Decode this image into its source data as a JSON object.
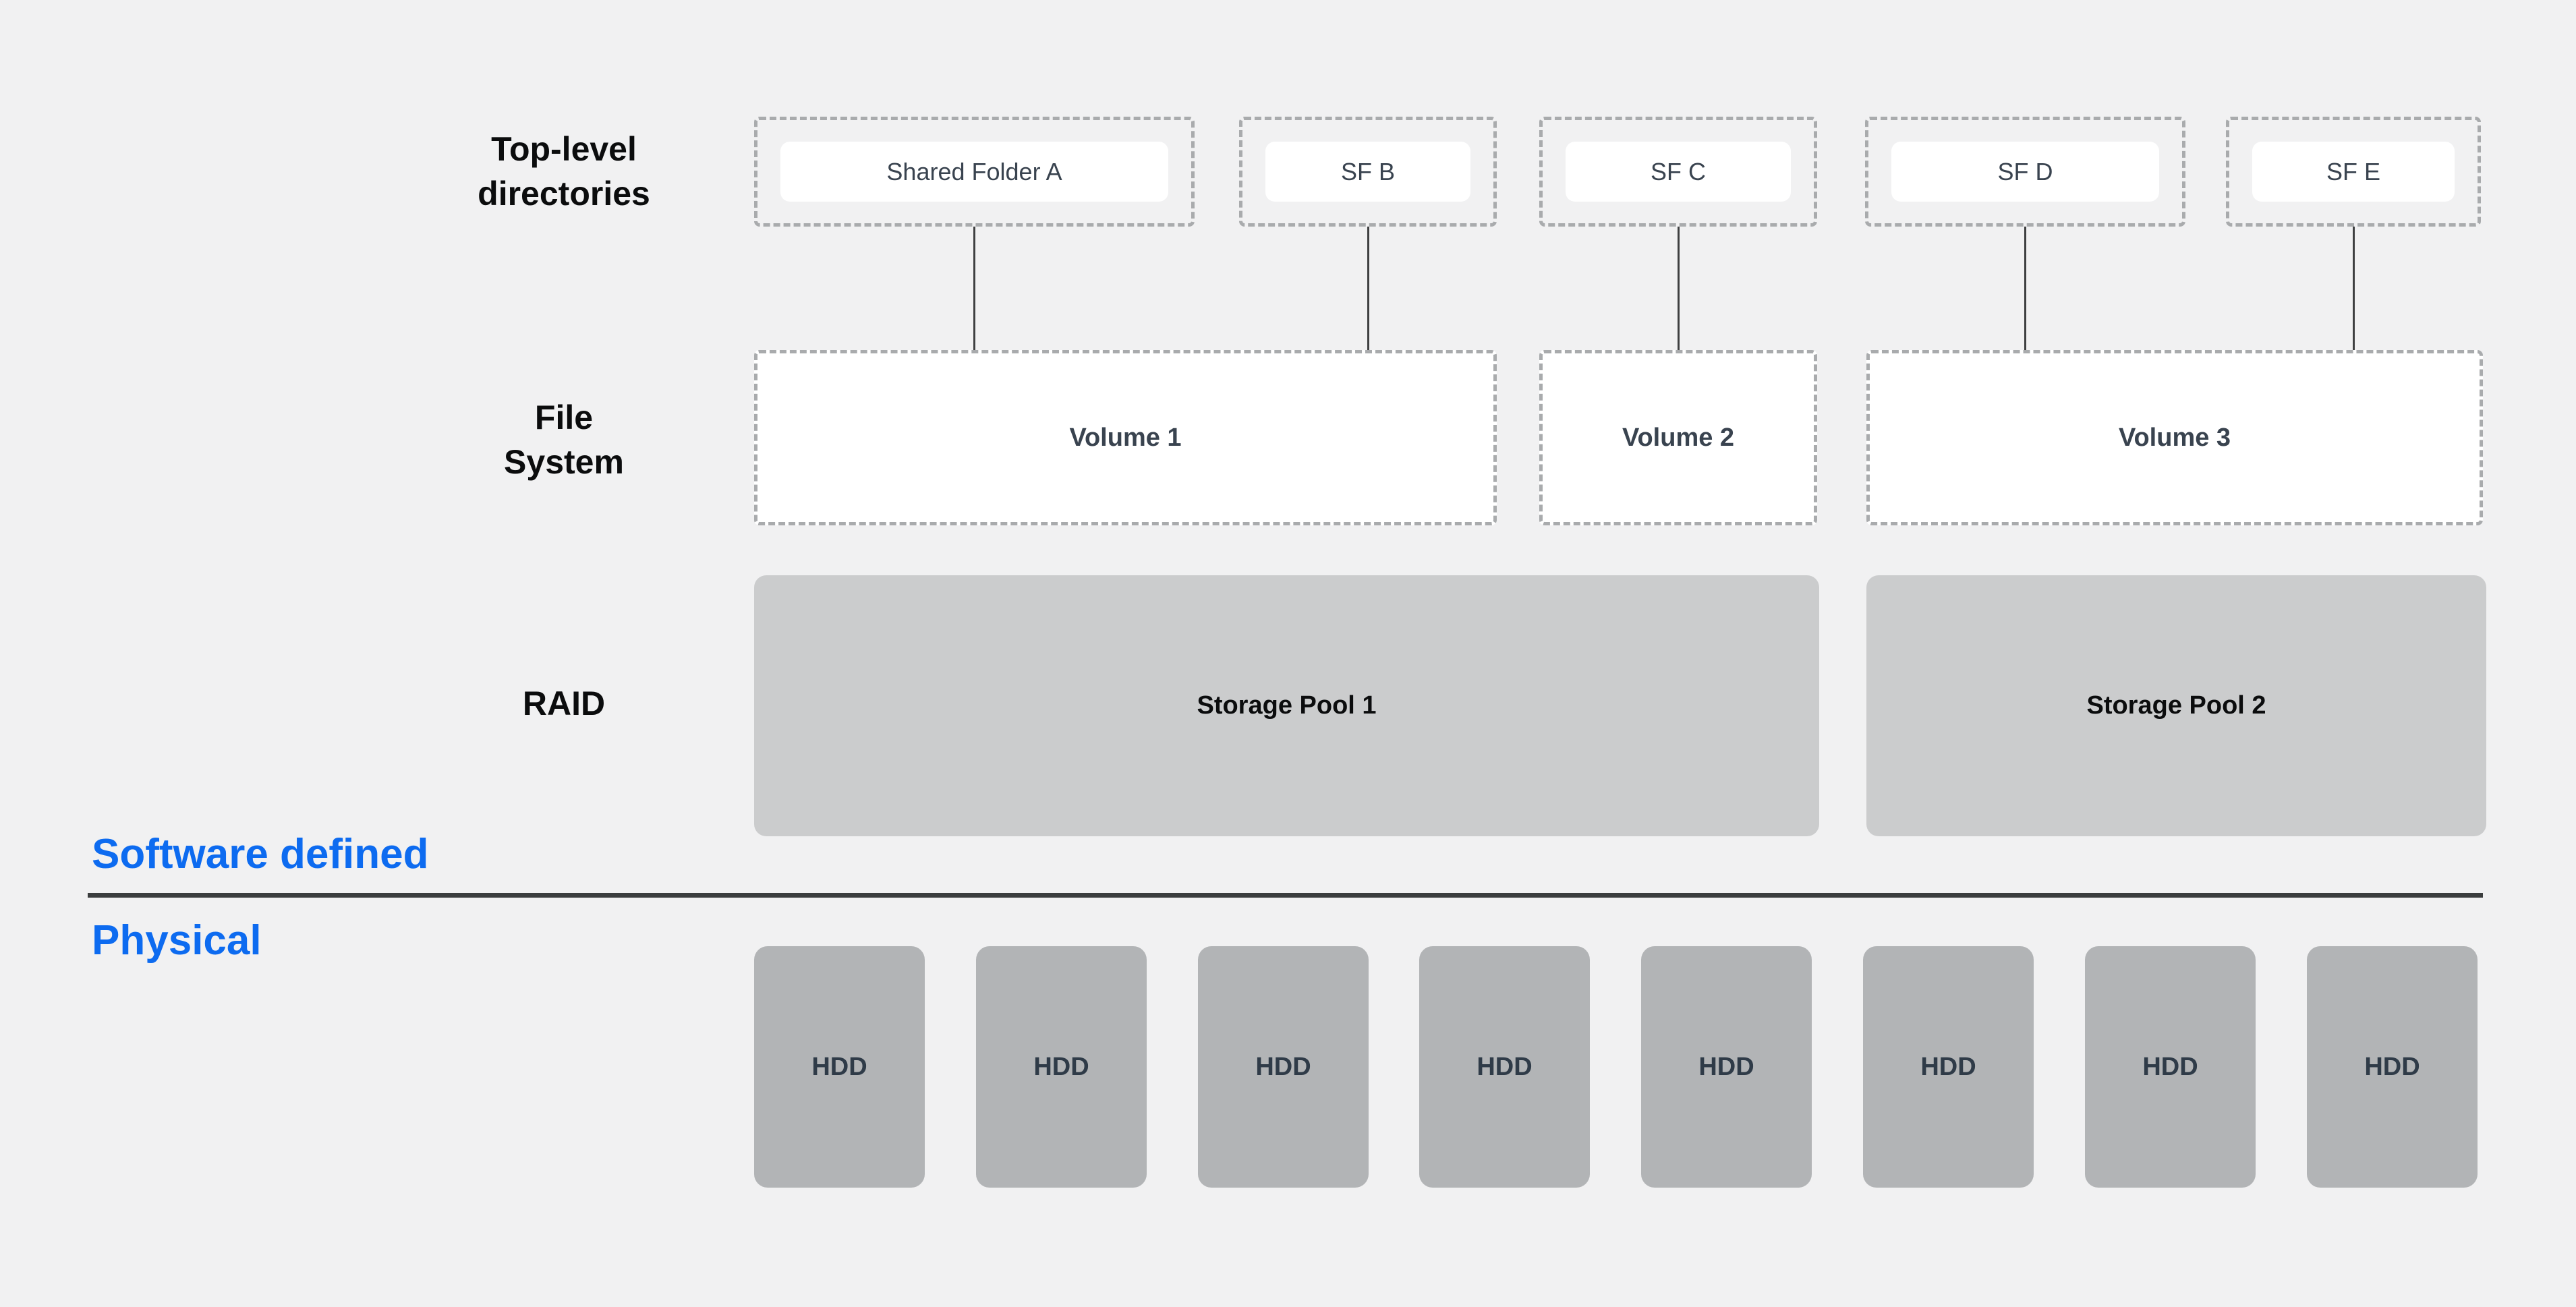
{
  "colors": {
    "background": "#f1f1f2",
    "accent_blue": "#0d6bf0",
    "divider": "#3b3d3e",
    "dashed_border": "#a9abad",
    "box_white": "#ffffff",
    "pool_gray": "#cbcccd",
    "hdd_gray": "#b2b4b6",
    "connector": "#3f4041",
    "text_dark": "#0b0c0d",
    "text_slate": "#39434f",
    "text_hdd": "#2f3b48"
  },
  "layers": {
    "top_level": {
      "label_lines": [
        "Top-level",
        "directories"
      ],
      "folders": [
        {
          "label": "Shared Folder A"
        },
        {
          "label": "SF B"
        },
        {
          "label": "SF C"
        },
        {
          "label": "SF D"
        },
        {
          "label": "SF E"
        }
      ]
    },
    "file_system": {
      "label_lines": [
        "File",
        "System"
      ],
      "volumes": [
        {
          "label": "Volume 1"
        },
        {
          "label": "Volume 2"
        },
        {
          "label": "Volume 3"
        }
      ]
    },
    "raid": {
      "label": "RAID",
      "pools": [
        {
          "label": "Storage Pool 1"
        },
        {
          "label": "Storage Pool 2"
        }
      ]
    },
    "zones": {
      "software_defined": "Software defined",
      "physical": "Physical"
    },
    "physical_layer": {
      "drives": [
        "HDD",
        "HDD",
        "HDD",
        "HDD",
        "HDD",
        "HDD",
        "HDD",
        "HDD"
      ]
    }
  }
}
